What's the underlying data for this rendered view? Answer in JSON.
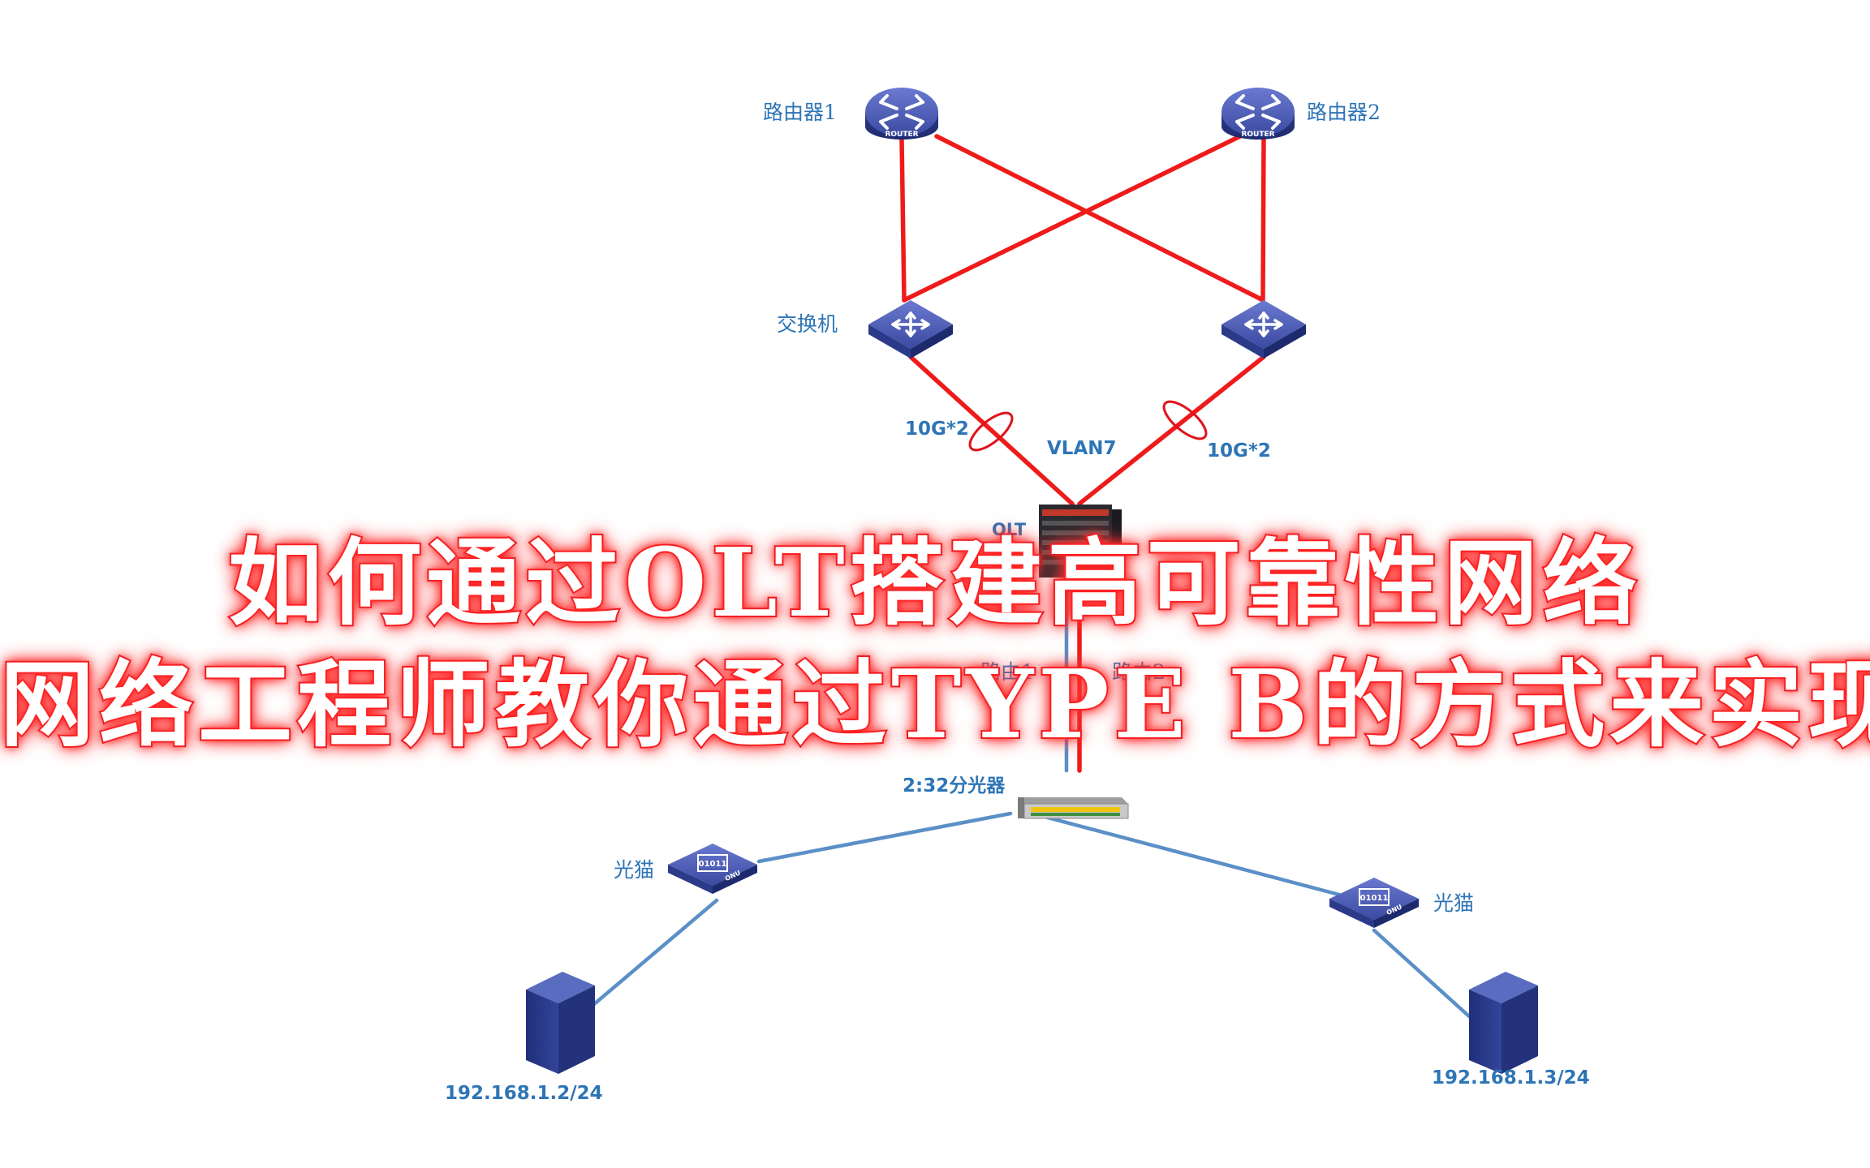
{
  "diagram": {
    "routers": [
      {
        "label": "路由器1",
        "badge": "ROUTER"
      },
      {
        "label": "路由器2",
        "badge": "ROUTER"
      }
    ],
    "switch_label": "交换机",
    "link_labels": {
      "left": "10G*2",
      "right": "10G*2",
      "vlan": "VLAN7"
    },
    "olt_label": "OLT",
    "olt_ports": {
      "left": "路由1",
      "right": "路由2"
    },
    "splitter_label": "2:32分光器",
    "onus": [
      {
        "label": "光猫",
        "screen": "01011",
        "badge": "ONU"
      },
      {
        "label": "光猫",
        "screen": "01011",
        "badge": "ONU"
      }
    ],
    "hosts": [
      {
        "ip": "192.168.1.2/24"
      },
      {
        "ip": "192.168.1.3/24"
      }
    ]
  },
  "overlay": {
    "line1": "如何通过OLT搭建高可靠性网络",
    "line2": "网络工程师教你通过TYPE B的方式来实现"
  },
  "colors": {
    "red_link": "#ef1b1b",
    "blue_link": "#5b8fc7",
    "device_blue": "#3b4aa0",
    "label_blue": "#2e75b6"
  }
}
